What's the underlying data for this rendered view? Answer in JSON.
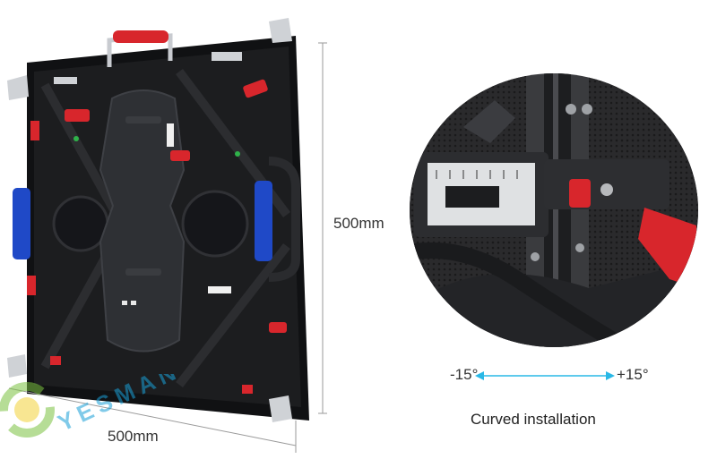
{
  "dimensions": {
    "height_label": "500mm",
    "width_label": "500mm"
  },
  "angle_indicator": {
    "left_label": "-15°",
    "right_label": "+15°",
    "arrow_color": "#29b8e6"
  },
  "caption": "Curved installation",
  "watermark": {
    "text": "YESMAN",
    "colors": [
      "#7cc242",
      "#f3d23a",
      "#1aa0d8"
    ]
  },
  "colors": {
    "panel_body": "#1c1d1f",
    "handle_red": "#d8262c",
    "handle_blue": "#1f49c7",
    "hardware_gray": "#cfd2d6",
    "dimension_line": "#9a9a9a"
  },
  "icons": {
    "left_arrow": "arrow-left-icon",
    "right_arrow": "arrow-right-icon"
  }
}
